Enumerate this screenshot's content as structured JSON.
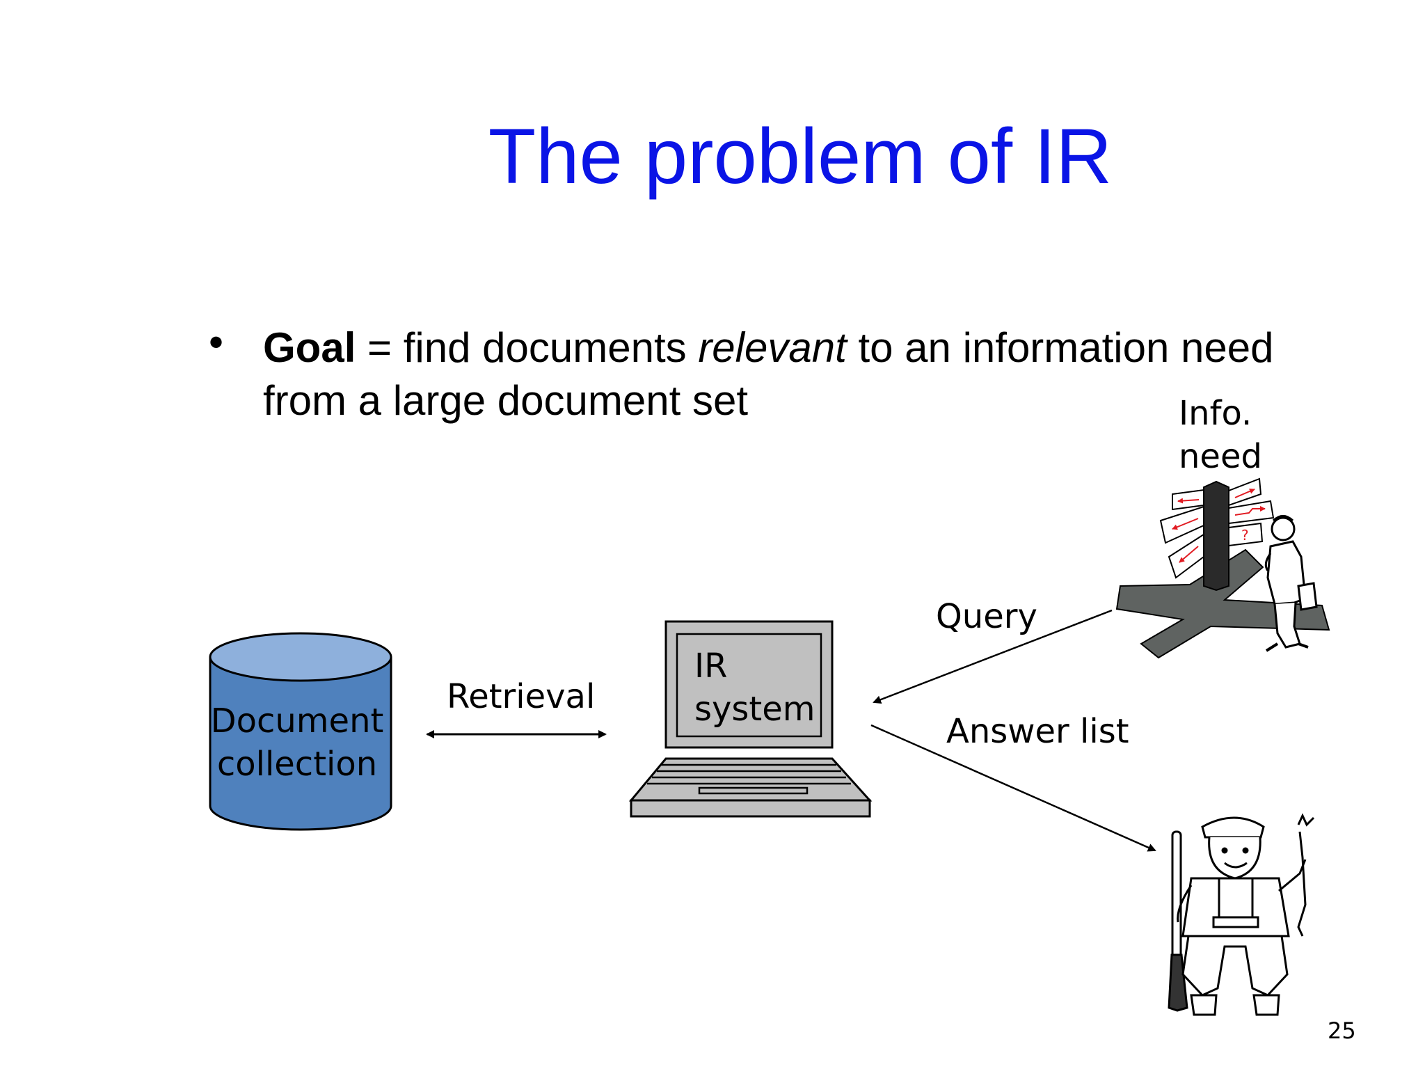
{
  "slide": {
    "title": "The problem of IR",
    "bullet": {
      "goal": "Goal",
      "part1": " = find documents ",
      "relevant": "relevant",
      "part2": " to an information need from a large document set"
    },
    "page_number": "25"
  },
  "diagram": {
    "document_collection": [
      "Document",
      "collection"
    ],
    "retrieval": "Retrieval",
    "ir_system": [
      "IR",
      "system"
    ],
    "query": "Query",
    "answer_list": "Answer list",
    "info_need": [
      "Info.",
      "need"
    ]
  },
  "colors": {
    "title": "#0a14e6",
    "cylinder_body": "#4f81bd",
    "cylinder_top": "#8eb0dc",
    "laptop": "#c0c0c0",
    "shadow": "#5f6361",
    "arrow_red": "#e11b22"
  }
}
